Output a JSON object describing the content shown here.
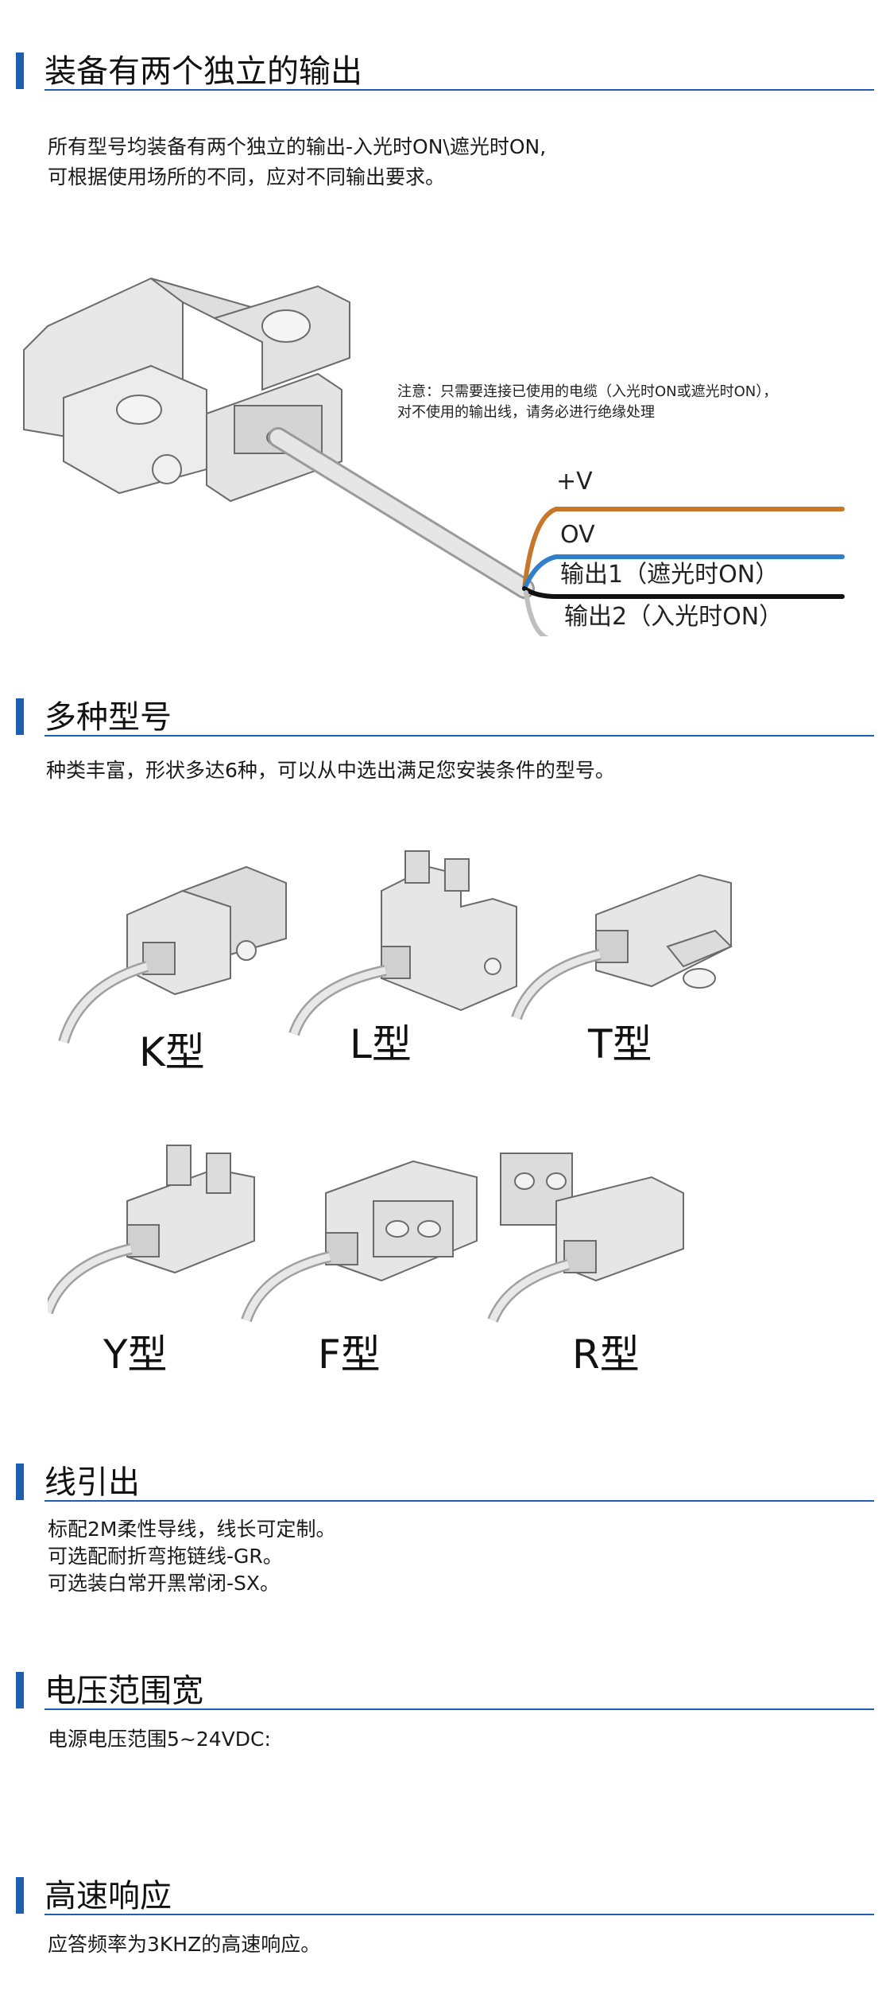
{
  "sections": [
    {
      "title": "装备有两个独立的输出",
      "lines": [
        "所有型号均装备有两个独立的输出-入光时ON\\遮光时ON,",
        "可根据使用场所的不同，应对不同输出要求。"
      ]
    },
    {
      "title": "多种型号",
      "lines": [
        "种类丰富，形状多达6种，可以从中选出满足您安装条件的型号。"
      ]
    },
    {
      "title": "线引出",
      "lines": [
        "标配2M柔性导线，线长可定制。",
        "可选配耐折弯拖链线-GR。",
        "可选装白常开黑常闭-SX。"
      ]
    },
    {
      "title": "电压范围宽",
      "lines": [
        "电源电压范围5~24VDC:"
      ]
    },
    {
      "title": "高速响应",
      "lines": [
        "应答频率为3KHZ的高速响应。"
      ]
    }
  ],
  "wiring": {
    "note_line1": "注意：只需要连接已使用的电缆（入光时ON或遮光时ON），",
    "note_line2": "对不使用的输出线，请务必进行绝缘处理",
    "wires": [
      {
        "label": "+V",
        "color": "#c8762a"
      },
      {
        "label": "OV",
        "color": "#2f80c8"
      },
      {
        "label": "输出1（遮光时ON）",
        "color": "#111111"
      },
      {
        "label": "输出2（入光时ON）",
        "color": "#bfbfbf"
      }
    ]
  },
  "models": [
    "K型",
    "L型",
    "T型",
    "Y型",
    "F型",
    "R型"
  ],
  "colors": {
    "accent": "#1f5fb0"
  }
}
